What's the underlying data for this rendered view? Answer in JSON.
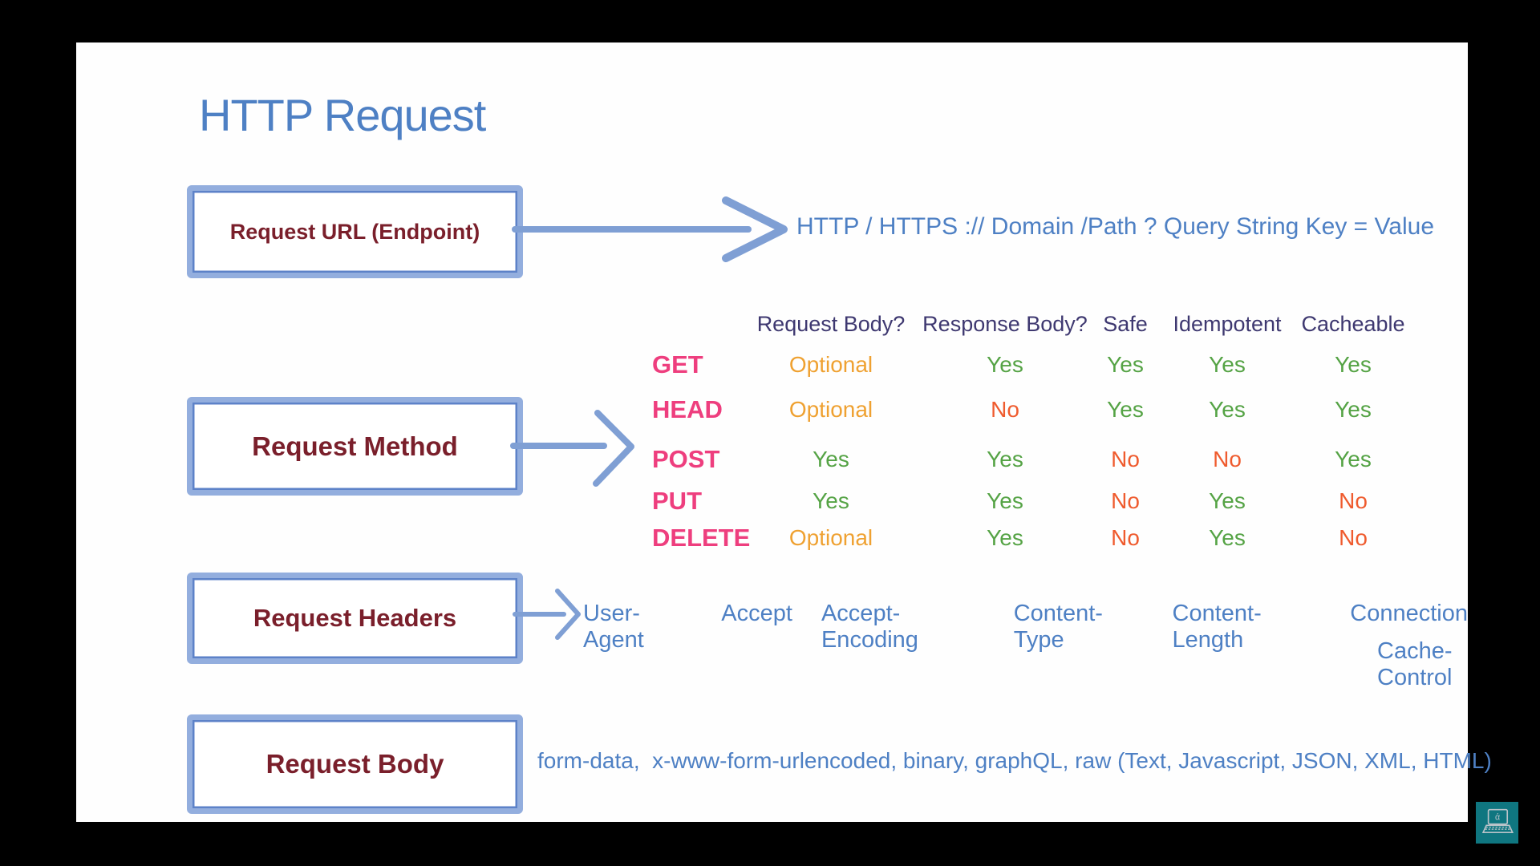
{
  "slide": {
    "title": "HTTP Request"
  },
  "url_section": {
    "label": "Request URL (Endpoint)",
    "value": "HTTP / HTTPS :// Domain /Path ? Query String Key = Value"
  },
  "method_section": {
    "label": "Request Method",
    "columns": [
      "Request Body?",
      "Response Body?",
      "Safe",
      "Idempotent",
      "Cacheable"
    ],
    "rows": [
      {
        "method": "GET",
        "values": [
          "Optional",
          "Yes",
          "Yes",
          "Yes",
          "Yes"
        ]
      },
      {
        "method": "HEAD",
        "values": [
          "Optional",
          "No",
          "Yes",
          "Yes",
          "Yes"
        ]
      },
      {
        "method": "POST",
        "values": [
          "Yes",
          "Yes",
          "No",
          "No",
          "Yes"
        ]
      },
      {
        "method": "PUT",
        "values": [
          "Yes",
          "Yes",
          "No",
          "Yes",
          "No"
        ]
      },
      {
        "method": "DELETE",
        "values": [
          "Optional",
          "Yes",
          "No",
          "Yes",
          "No"
        ]
      }
    ]
  },
  "headers_section": {
    "label": "Request Headers",
    "items_line1": [
      "User-Agent",
      "Accept",
      "Accept-Encoding",
      "Content-Type",
      "Content-Length",
      "Connection"
    ],
    "items_line2": [
      "Cache-Control"
    ]
  },
  "body_section": {
    "label": "Request Body",
    "value": "form-data,  x-www-form-urlencoded, binary, graphQL, raw (Text, Javascript, JSON, XML, HTML)"
  },
  "colors": {
    "title_blue": "#4e80c4",
    "box_border_blue": "#93aede",
    "box_inner_line_blue": "#5d82c8",
    "box_label_maroon": "#7a1f2b",
    "arrow_blue": "#7f9fd4",
    "table_header_indigo": "#3e3870",
    "method_pink": "#ee3e7e",
    "value_yes_green": "#55a345",
    "value_no_red": "#ef5b2e",
    "value_optional_orange": "#efa131",
    "watermark_teal": "#0f7680"
  },
  "watermark": {
    "icon": "laptop-icon"
  }
}
